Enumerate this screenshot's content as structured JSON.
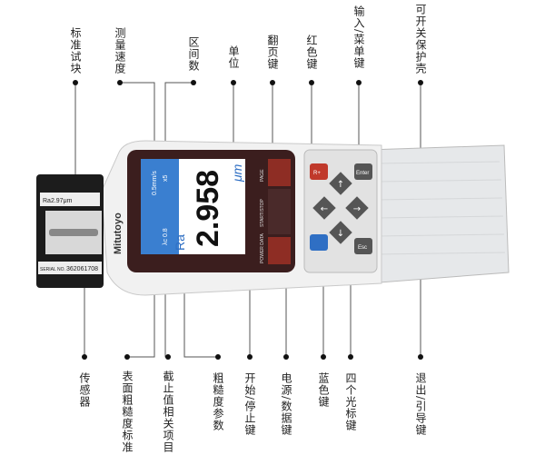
{
  "top_labels": [
    "标准试块",
    "测量速度",
    "区间数",
    "单位",
    "翻页键",
    "红色键",
    "输入/菜单键",
    "可开关保护壳"
  ],
  "bottom_labels": [
    "传感器",
    "表面粗糙度标准",
    "截止值相关项目",
    "粗糙度参数",
    "开始/停止键",
    "电源/数据键",
    "蓝色键",
    "四个光标键",
    "退出/引导键"
  ],
  "device": {
    "brand": "Mitutoyo",
    "display_value": "2.958",
    "display_unit": "μm",
    "display_param": "Ra",
    "status_speed": "0.5mm/s",
    "status_n": "x5",
    "status_cutoff": "λc 0.8",
    "key_page": "PAGE",
    "key_start": "START/STOP",
    "key_power": "POWER DATA",
    "key_enter": "Enter",
    "key_esc": "Esc",
    "key_red": "R+",
    "specimen_text": "Ra2.97μm",
    "serial_label": "SERIAL NO.",
    "serial": "362061708",
    "colors": {
      "red_key": "#c0392b",
      "blue_key": "#2f6fc4",
      "lcd": "#ffffff",
      "lcd_bar": "#3a7fd0",
      "bezel": "#3b1e1e"
    }
  }
}
